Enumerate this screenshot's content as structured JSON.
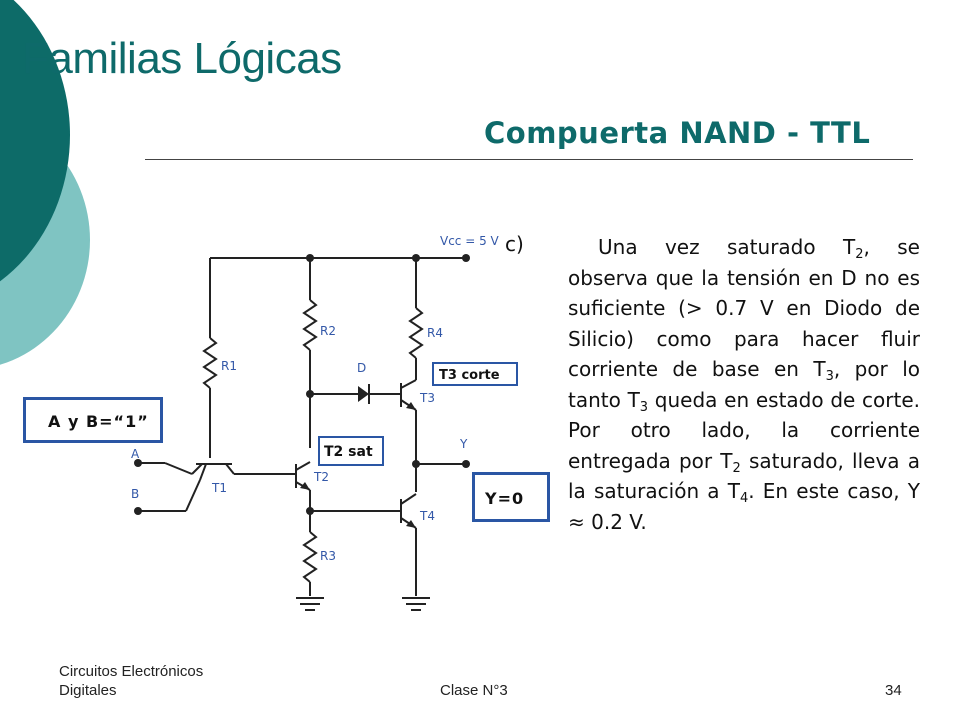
{
  "slide": {
    "title": "Familias Lógicas",
    "subtitle": "Compuerta NAND - TTL",
    "item_label": "c)",
    "paragraph": {
      "s1": "Una vez saturado T",
      "s1_sub": "2",
      "s2": ", se observa que la tensión en D no es suficiente (> 0.7 V en Diodo de Silicio) como para hacer fluir corriente de base en T",
      "s2_sub": "3",
      "s3": ", por lo tanto T",
      "s3_sub": "3",
      "s4": " queda en estado de corte. Por otro lado, la corriente entregada por T",
      "s4_sub": "2",
      "s5": " saturado, lleva a la saturación a T",
      "s5_sub": "4",
      "s6": ". En este caso, Y ≈ 0.2 V."
    },
    "circuit_labels": {
      "vcc": "Vcc = 5 V",
      "r1": "R1",
      "r2": "R2",
      "r3": "R3",
      "r4": "R4",
      "d": "D",
      "t1": "T1",
      "t2": "T2",
      "t3": "T3",
      "t4": "T4",
      "a": "A",
      "b": "B",
      "y": "Y"
    },
    "callouts": {
      "ab": "A y B=“1”",
      "t3": "T3 corte",
      "t2": "T2 sat",
      "y": "Y=0"
    },
    "footer": {
      "course_line1": "Circuitos Electrónicos",
      "course_line2": "Digitales",
      "class": "Clase N°3",
      "page": "34"
    },
    "colors": {
      "title": "#0e6a6a",
      "deco_dark": "#0d6b68",
      "deco_light": "#7fc4c2",
      "callout_border": "#2a56a4",
      "circuit_label": "#3358a8"
    }
  }
}
